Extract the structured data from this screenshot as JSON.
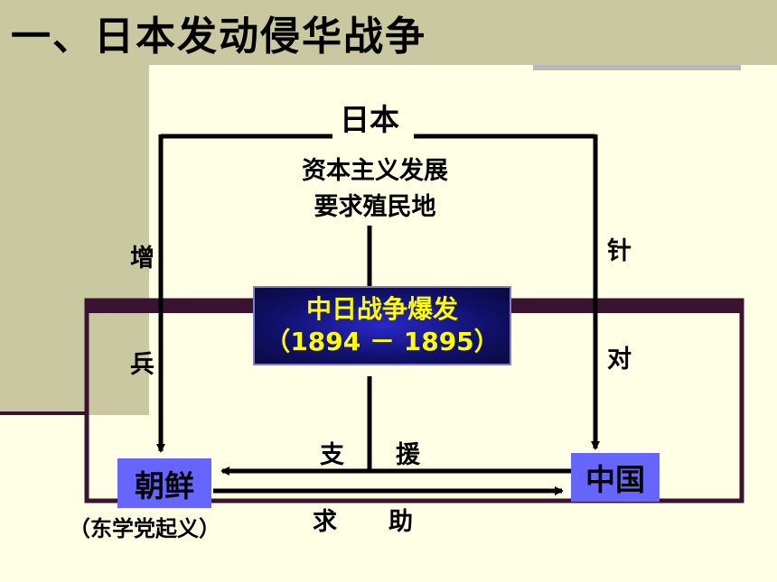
{
  "slide": {
    "title": "一、日本发动侵华战争"
  },
  "diagram": {
    "japan": "日本",
    "cause_line1": "资本主义发展",
    "cause_line2": "要求殖民地",
    "war_line1": "中日战争爆发",
    "war_line2": "（1894 － 1895）",
    "left_char1": "增",
    "left_char2": "兵",
    "right_char1": "针",
    "right_char2": "对",
    "support_char1": "支",
    "support_char2": "援",
    "request_char1": "求",
    "request_char2": "助",
    "korea": "朝鲜",
    "korea_note": "（东学党起义）",
    "china": "中国"
  },
  "colors": {
    "background": "#FFFFE6",
    "band": "#C9C8A0",
    "node_fill": "#6666FF",
    "war_text": "#FFFF00",
    "frame": "#3A1330"
  }
}
